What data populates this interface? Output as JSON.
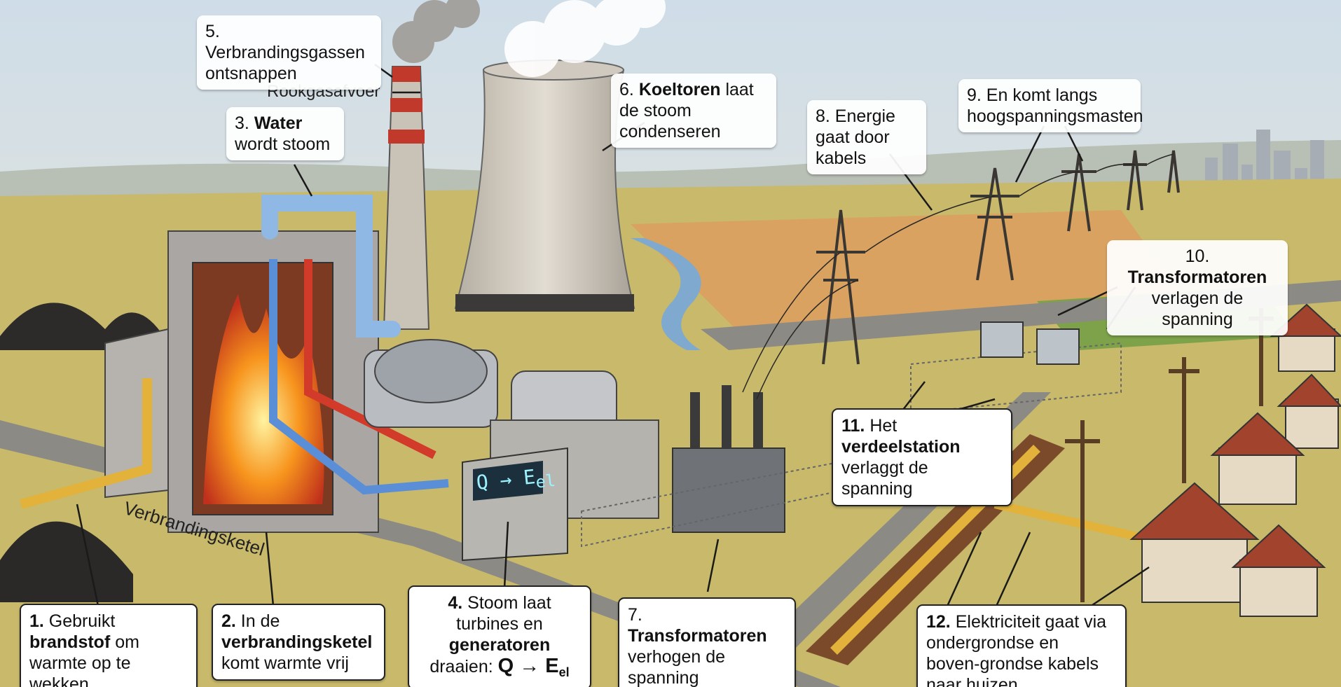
{
  "callouts": {
    "c1": {
      "num": "1.",
      "pre": " Gebruikt ",
      "bold": "brandstof",
      "post": " om warmte op te wekken"
    },
    "c2": {
      "num": "2.",
      "pre": " In de ",
      "bold": "verbrandingsketel",
      "post": " komt warmte vrij"
    },
    "c3": {
      "num": "3.",
      "bold": "Water",
      "post": " wordt stoom"
    },
    "c4": {
      "num": "4.",
      "pre": " Stoom laat turbines en ",
      "bold": "generatoren",
      "post": " draaien: ",
      "formula": "Q → E",
      "sub": "el"
    },
    "c5": {
      "text": "5. Verbrandingsgassen ontsnappen"
    },
    "c6": {
      "num": "6.",
      "bold": "Koeltoren",
      "post": " laat de stoom condenseren"
    },
    "c7": {
      "num": "7.",
      "bold": "Transformatoren",
      "post": " verhogen de spanning"
    },
    "c8": {
      "text": "8. Energie gaat door kabels"
    },
    "c9": {
      "text": "9. En komt langs hoogspanningsmasten"
    },
    "c10": {
      "num": "10.",
      "bold": "Transformatoren",
      "post": " verlagen de spanning"
    },
    "c11": {
      "num": "11.",
      "pre": " Het ",
      "bold": "verdeelstation",
      "post": " verlaggt de spanning"
    },
    "c12": {
      "num": "12.",
      "post": " Elektriciteit gaat via ondergrondse en boven-grondse kabels naar huizen"
    }
  },
  "labels": {
    "rookgas": "Rookgasafvoer",
    "ketel": "Verbrandingsketel",
    "display": "Q → E",
    "display_sub": "el"
  },
  "colors": {
    "sky": "#dbe6ee",
    "field": "#c9b86a",
    "pipe_red": "#d23a2a",
    "pipe_blue": "#5a8fd8",
    "cable_yellow": "#e2b23a",
    "concrete": "#c9c4bb"
  }
}
